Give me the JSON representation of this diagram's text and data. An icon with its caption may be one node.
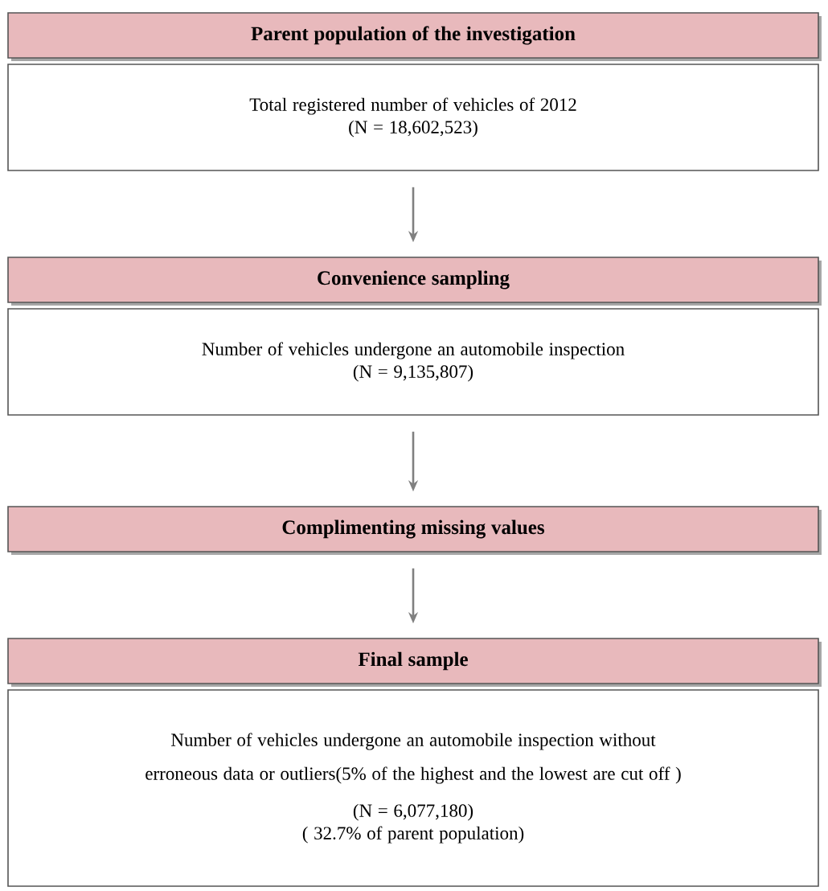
{
  "diagram": {
    "nodes": [
      {
        "text": [
          "Parent population of the investigation"
        ]
      },
      {
        "text": [
          "Total registered number of vehicles of 2012",
          "(N = 18,602,523)"
        ]
      },
      {
        "text": [
          "Convenience sampling"
        ]
      },
      {
        "text": [
          "Number of vehicles undergone an automobile inspection",
          "(N = 9,135,807)"
        ]
      },
      {
        "text": [
          "Complimenting missing values"
        ]
      },
      {
        "text": [
          "Final sample"
        ]
      },
      {
        "text": [
          "Number of vehicles undergone an automobile inspection without erroneous data or outliers(5% of the highest and the lowest are cut off )",
          "(N = 6,077,180)",
          "( 32.7% of parent population)"
        ]
      }
    ],
    "edges": [
      {
        "from": 1,
        "to": 2,
        "arrow": "to"
      },
      {
        "from": 3,
        "to": 4,
        "arrow": "to"
      },
      {
        "from": 4,
        "to": 5,
        "arrow": "to"
      }
    ]
  }
}
